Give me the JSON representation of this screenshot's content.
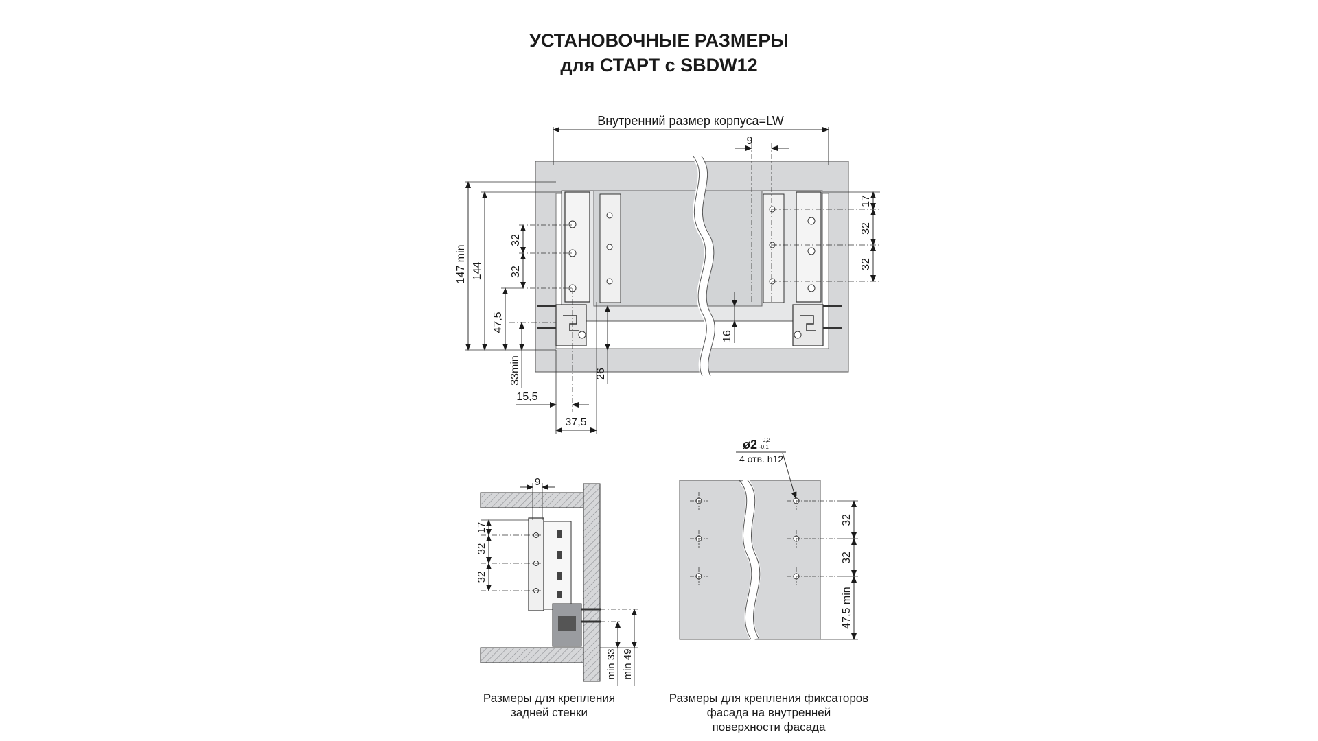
{
  "title": {
    "line1": "УСТАНОВОЧНЫЕ РАЗМЕРЫ",
    "line2": "для СТАРТ с SBDW12"
  },
  "top_view": {
    "lw_label": "Внутренний размер корпуса=LW",
    "dims": {
      "d9": "9",
      "d147min": "147 min",
      "d144": "144",
      "d32a": "32",
      "d32b": "32",
      "d47_5": "47,5",
      "d33min": "33min",
      "d15_5": "15,5",
      "d37_5": "37,5",
      "d26": "26",
      "d16": "16",
      "r17": "17",
      "r32a": "32",
      "r32b": "32"
    }
  },
  "side_view": {
    "dims": {
      "d9": "9",
      "d17": "17",
      "d32a": "32",
      "d32b": "32",
      "min33": "min 33",
      "min49": "min 49"
    },
    "caption": [
      "Размеры для крепления",
      "задней стенки"
    ]
  },
  "front_view": {
    "hole_main": "ø2",
    "hole_tol_top": "+0,2",
    "hole_tol_bottom": "-0,1",
    "hole_note": "4 отв. h12",
    "dims": {
      "d32a": "32",
      "d32b": "32",
      "d47_5min": "47,5 min"
    },
    "caption": [
      "Размеры для крепления фиксаторов",
      "фасада на внутренней",
      "поверхности фасада"
    ]
  },
  "colors": {
    "panel": "#d6d7d9",
    "panel_dark": "#bfc1c4",
    "line": "#1a1a1a",
    "background": "#ffffff"
  }
}
